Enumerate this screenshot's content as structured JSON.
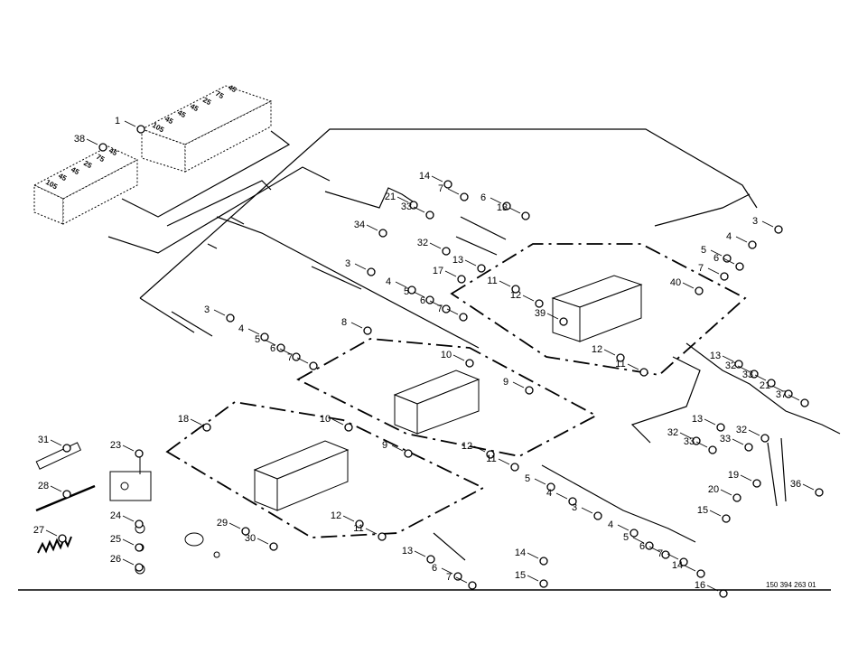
{
  "diagram": {
    "drawing_number": "150 394 263 01",
    "valve_bank_1_sections": [
      "105",
      "45",
      "45",
      "45",
      "25",
      "75",
      "45"
    ],
    "valve_bank_38_sections": [
      "105",
      "45",
      "45",
      "25",
      "75",
      "45"
    ],
    "callouts": [
      "1",
      "38",
      "3",
      "4",
      "5",
      "6",
      "7",
      "40",
      "14",
      "7",
      "6",
      "13",
      "21",
      "33",
      "32",
      "34",
      "13",
      "17",
      "11",
      "12",
      "39",
      "3",
      "4",
      "5",
      "6",
      "7",
      "3",
      "4",
      "5",
      "6",
      "7",
      "8",
      "10",
      "9",
      "12",
      "11",
      "13",
      "32",
      "33",
      "21",
      "37",
      "13",
      "32",
      "33",
      "33",
      "32",
      "19",
      "36",
      "20",
      "10",
      "9",
      "18",
      "12",
      "11",
      "5",
      "4",
      "3",
      "4",
      "5",
      "6",
      "7",
      "15",
      "14",
      "16",
      "12",
      "11",
      "13",
      "14",
      "6",
      "7",
      "15",
      "31",
      "23",
      "28",
      "24",
      "27",
      "25",
      "26",
      "29",
      "30"
    ]
  }
}
